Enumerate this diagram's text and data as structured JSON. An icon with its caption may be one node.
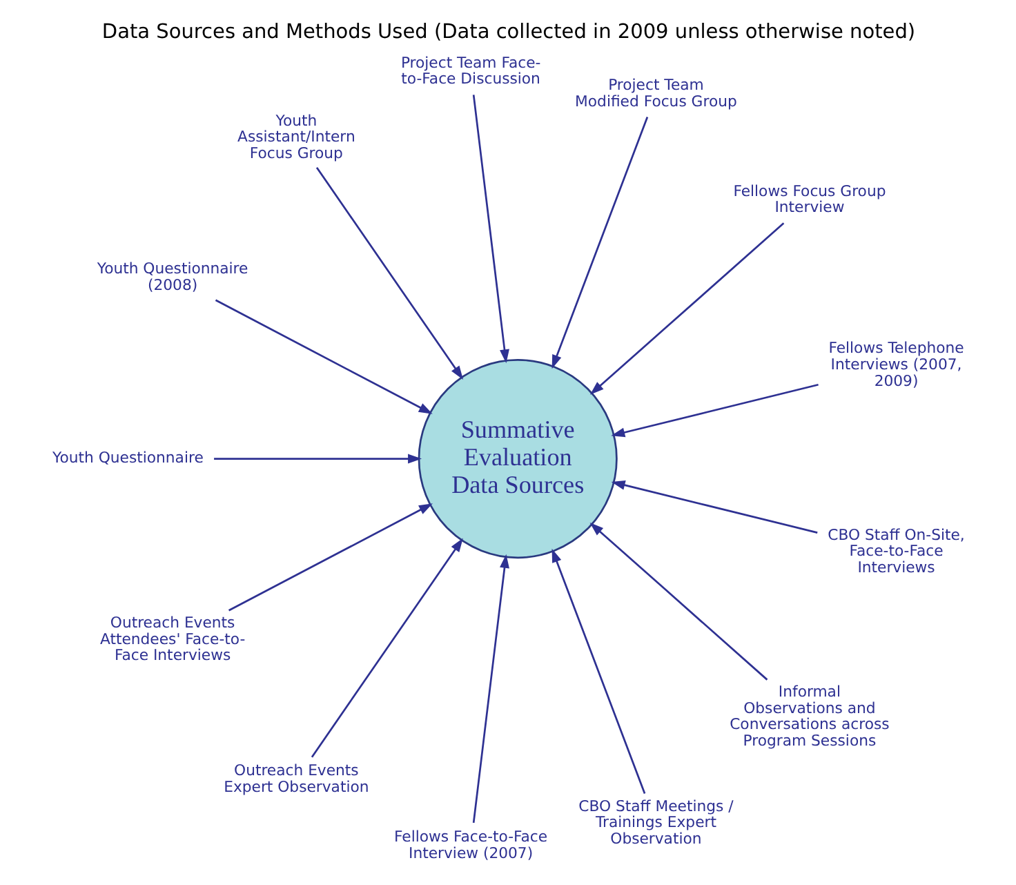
{
  "diagram": {
    "title": "Data Sources and Methods Used (Data collected in 2009 unless otherwise noted)",
    "nodes": [
      {
        "text": [
          "Summative Evaluation Data Sources"
        ]
      },
      {
        "text": [
          "Fellows Telephone Interviews (2007, 2009)"
        ]
      },
      {
        "text": [
          "Fellows Focus Group Interview"
        ]
      },
      {
        "text": [
          "Project Team Modified Focus Group"
        ]
      },
      {
        "text": [
          "Project Team Face-to-Face Discussion"
        ]
      },
      {
        "text": [
          "Youth Assistant/Intern Focus Group"
        ]
      },
      {
        "text": [
          "Youth Questionnaire (2008)"
        ]
      },
      {
        "text": [
          "Youth Questionnaire"
        ]
      },
      {
        "text": [
          "Outreach Events Attendees' Face-to-Face Interviews"
        ]
      },
      {
        "text": [
          "Outreach Events Expert Observation"
        ]
      },
      {
        "text": [
          "Fellows Face-to-Face Interview (2007)"
        ]
      },
      {
        "text": [
          "CBO Staff Meetings / Trainings Expert Observation"
        ]
      },
      {
        "text": [
          "Informal Observations and Conversations across Program Sessions"
        ]
      },
      {
        "text": [
          "CBO Staff On-Site, Face-to-Face Interviews"
        ]
      }
    ],
    "edges": [
      {
        "from": 1,
        "to": 0,
        "arrow": "to"
      },
      {
        "from": 2,
        "to": 0,
        "arrow": "to"
      },
      {
        "from": 3,
        "to": 0,
        "arrow": "to"
      },
      {
        "from": 4,
        "to": 0,
        "arrow": "to"
      },
      {
        "from": 5,
        "to": 0,
        "arrow": "to"
      },
      {
        "from": 6,
        "to": 0,
        "arrow": "to"
      },
      {
        "from": 7,
        "to": 0,
        "arrow": "to"
      },
      {
        "from": 8,
        "to": 0,
        "arrow": "to"
      },
      {
        "from": 9,
        "to": 0,
        "arrow": "to"
      },
      {
        "from": 10,
        "to": 0,
        "arrow": "to"
      },
      {
        "from": 11,
        "to": 0,
        "arrow": "to"
      },
      {
        "from": 12,
        "to": 0,
        "arrow": "to"
      },
      {
        "from": 13,
        "to": 0,
        "arrow": "to"
      }
    ]
  }
}
